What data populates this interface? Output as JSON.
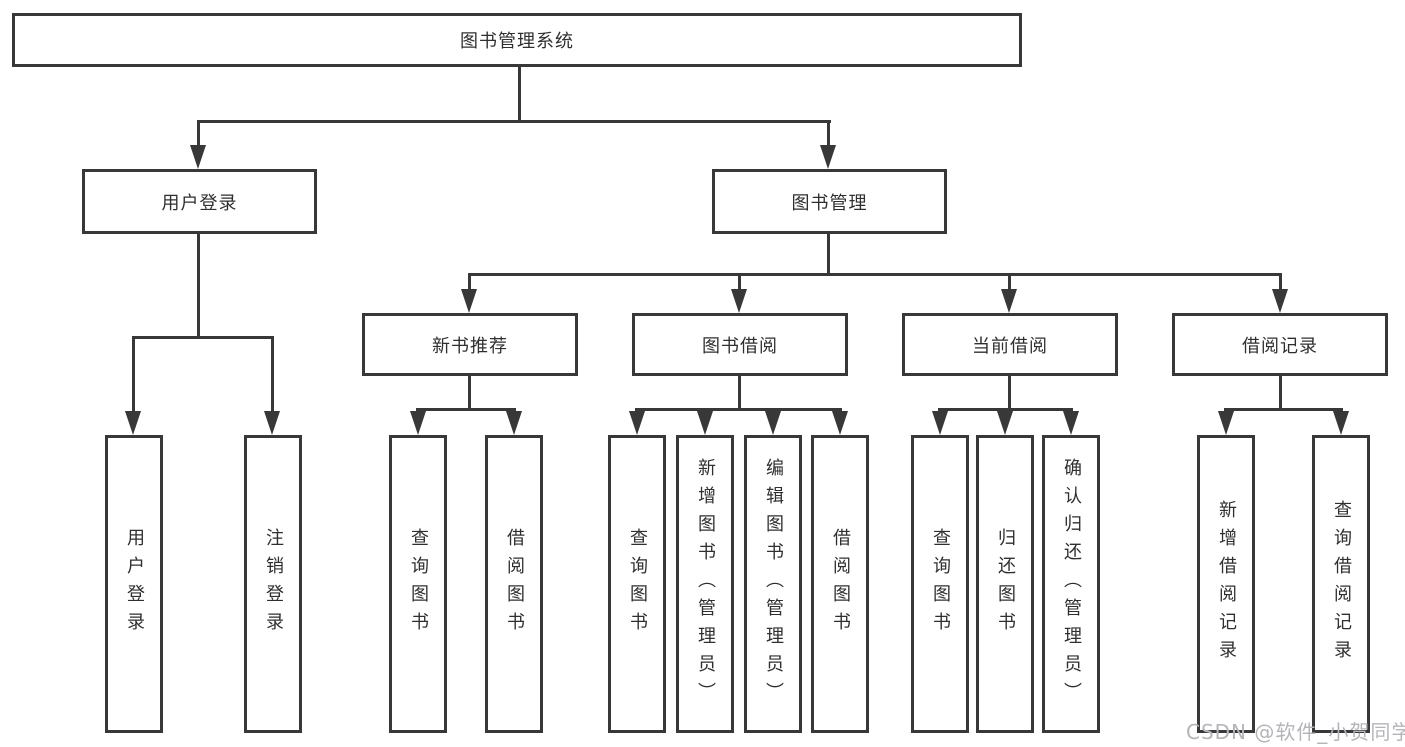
{
  "diagram": {
    "type": "hierarchy-tree",
    "tree": {
      "label": "图书管理系统",
      "children": [
        {
          "label": "用户登录",
          "children": [
            {
              "label": "用户登录"
            },
            {
              "label": "注销登录"
            }
          ]
        },
        {
          "label": "图书管理",
          "children": [
            {
              "label": "新书推荐",
              "children": [
                {
                  "label": "查询图书"
                },
                {
                  "label": "借阅图书"
                }
              ]
            },
            {
              "label": "图书借阅",
              "children": [
                {
                  "label": "查询图书"
                },
                {
                  "label": "新增图书（管理员）"
                },
                {
                  "label": "编辑图书（管理员）"
                },
                {
                  "label": "借阅图书"
                }
              ]
            },
            {
              "label": "当前借阅",
              "children": [
                {
                  "label": "查询图书"
                },
                {
                  "label": "归还图书"
                },
                {
                  "label": "确认归还（管理员）"
                }
              ]
            },
            {
              "label": "借阅记录",
              "children": [
                {
                  "label": "新增借阅记录"
                },
                {
                  "label": "查询借阅记录"
                }
              ]
            }
          ]
        }
      ]
    },
    "colors": {
      "background": "#ffffff",
      "box_border": "#383838",
      "connector": "#383838",
      "text": "#2f2f2f",
      "watermark_text_color": "#b4b4bc"
    }
  },
  "watermark": {
    "text": "CSDN @软件_小贺同学"
  }
}
